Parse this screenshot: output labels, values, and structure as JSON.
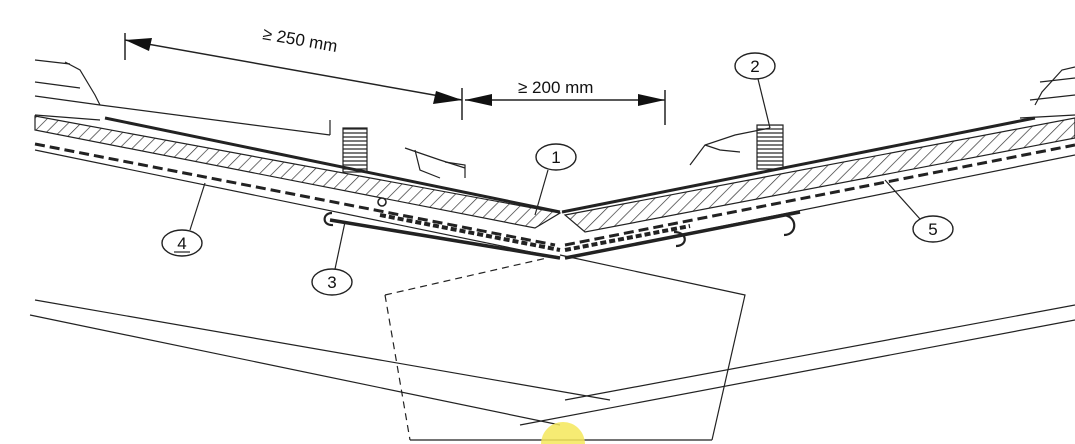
{
  "dimensions": {
    "overlap": "≥ 250 mm",
    "gap": "≥ 200 mm"
  },
  "callouts": [
    "1",
    "2",
    "3",
    "4",
    "5"
  ],
  "colors": {
    "line": "#222222",
    "marker": "#f5e85a"
  }
}
